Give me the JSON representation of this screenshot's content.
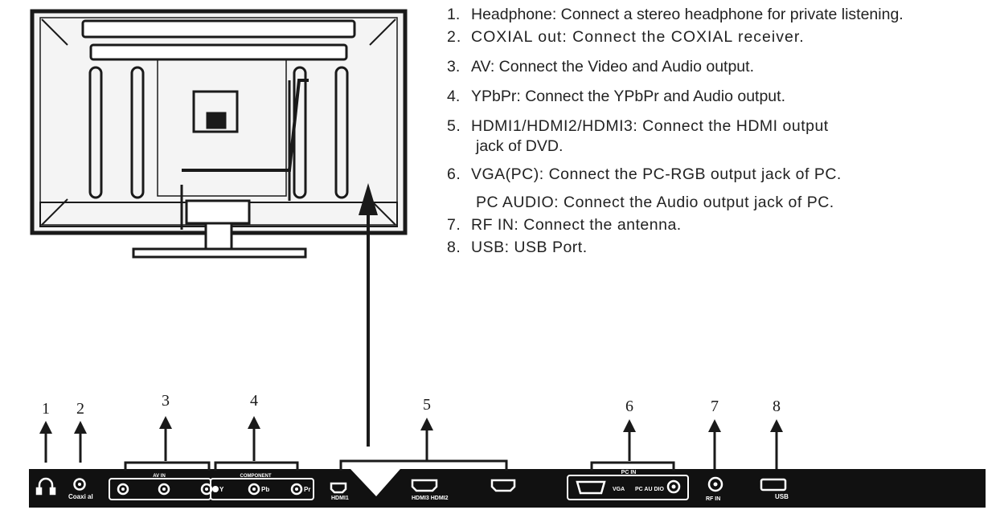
{
  "instructions": [
    {
      "num": "1.",
      "text": "Headphone: Connect a stereo headphone for private listening."
    },
    {
      "num": "2.",
      "text": "COXIAL  out: Connect the  COXIAL  receiver."
    },
    {
      "num": "3.",
      "text": "AV: Connect the Video and Audio output."
    },
    {
      "num": "4.",
      "text": "YPbPr: Connect the YPbPr  and Audio output."
    },
    {
      "num": "5.",
      "text": "HDMI1/HDMI2/HDMI3: Connect the HDMI output",
      "cont": "jack of DVD."
    },
    {
      "num": "6.",
      "text": "VGA(PC): Connect the PC-RGB output jack of PC.",
      "sub": "PC AUDIO: Connect the Audio output jack of PC."
    },
    {
      "num": "7.",
      "text": "RF IN: Connect the antenna."
    },
    {
      "num": "8.",
      "text": "USB: USB Port."
    }
  ],
  "callout_numbers": [
    "1",
    "2",
    "3",
    "4",
    "5",
    "6",
    "7",
    "8"
  ],
  "panel_labels": {
    "coaxial": "Coaxi al",
    "av_in": "AV IN",
    "component": "COMPONENT",
    "y": "Y",
    "pb": "Pb",
    "pr": "Pr",
    "hdmi1": "HDMI1",
    "hdmi3_hdmi2": "HDMI3 HDMI2",
    "pc_in": "PC IN",
    "vga": "VGA",
    "pc_audio": "PC AU DIO",
    "rf_in": "RF  IN",
    "usb": "USB"
  },
  "colors": {
    "ink": "#1a1a1a",
    "panel": "#111111",
    "text": "#222222"
  }
}
